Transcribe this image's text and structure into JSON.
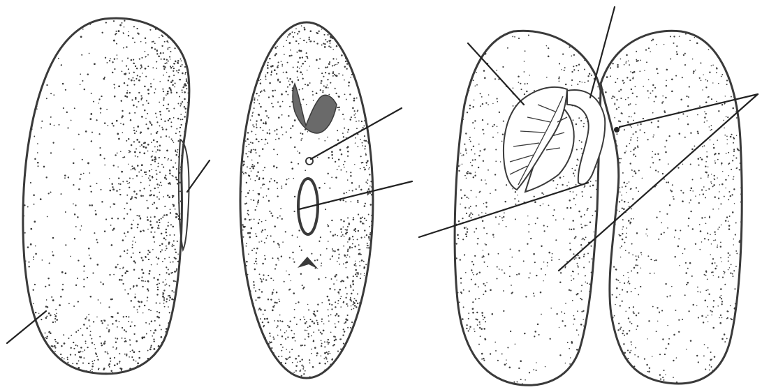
{
  "diagram": {
    "title": "",
    "colors": {
      "background": "#ffffff",
      "outline": "#3a3a3a",
      "stipple": "#3d3d3d",
      "leader": "#222222"
    },
    "views": [
      {
        "id": "seed-side-view",
        "label": ""
      },
      {
        "id": "seed-hilum-view",
        "label": ""
      },
      {
        "id": "seed-opened-view",
        "label": ""
      }
    ],
    "leader_lines": [
      {
        "id": "leader-seed-coat",
        "label": ""
      },
      {
        "id": "leader-side-hilum",
        "label": ""
      },
      {
        "id": "leader-micropyle",
        "label": ""
      },
      {
        "id": "leader-hilum",
        "label": ""
      },
      {
        "id": "leader-plumule",
        "label": ""
      },
      {
        "id": "leader-hypocotyl",
        "label": ""
      },
      {
        "id": "leader-radicle",
        "label": ""
      },
      {
        "id": "leader-cotyledon-upper",
        "label": ""
      },
      {
        "id": "leader-cotyledon-lower",
        "label": ""
      }
    ]
  }
}
